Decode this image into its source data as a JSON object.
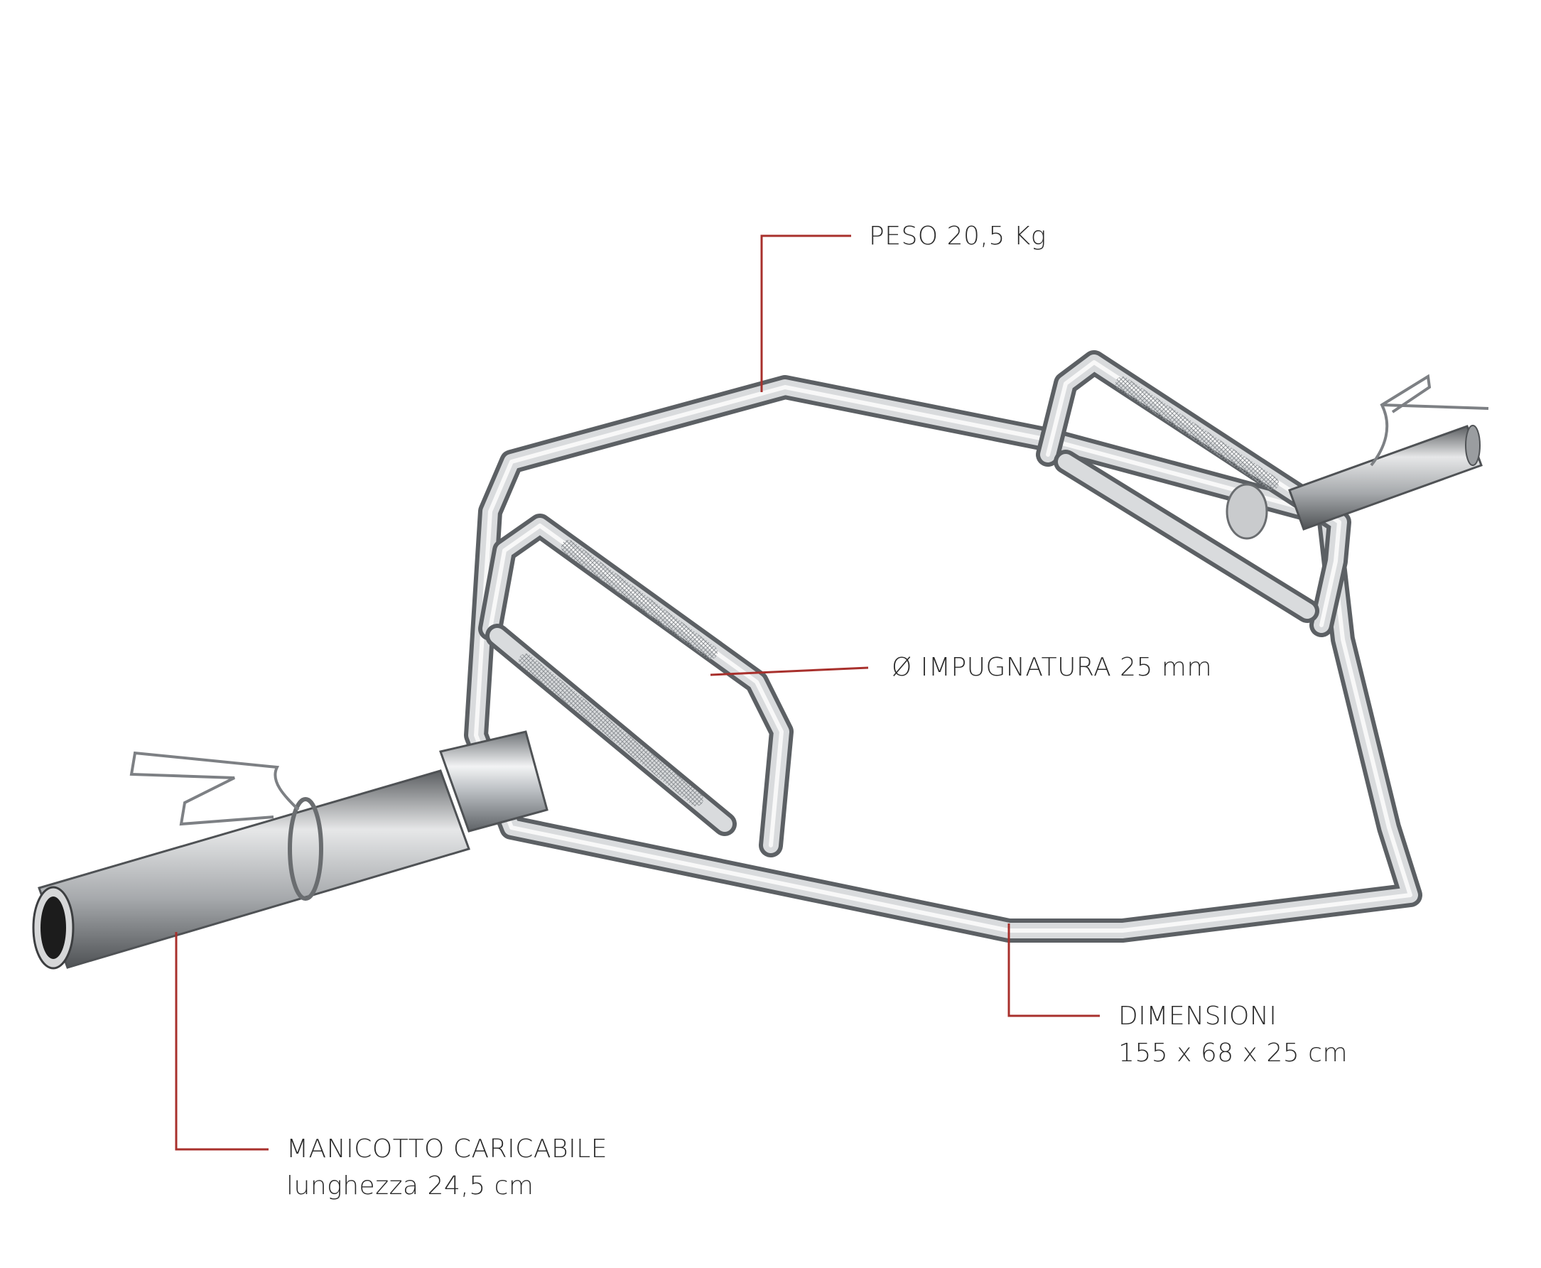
{
  "colors": {
    "background": "#ffffff",
    "callout_line": "#a8302c",
    "text": "#2b2b2b",
    "chrome_dark": "#6f7377",
    "chrome_mid": "#b9bdc1",
    "chrome_light": "#f2f3f4",
    "sleeve_grey": "#8a8d90"
  },
  "icons": {
    "product": "hex-trap-bar-illustration"
  },
  "callouts": {
    "weight": {
      "line1": "PESO 20,5 Kg"
    },
    "grip": {
      "line1": "Ø IMPUGNATURA 25 mm"
    },
    "dimensions": {
      "line1": "DIMENSIONI",
      "line2": "155 x 68 x 25 cm"
    },
    "sleeve": {
      "line1": "MANICOTTO CARICABILE",
      "line2": "lunghezza 24,5 cm"
    }
  }
}
